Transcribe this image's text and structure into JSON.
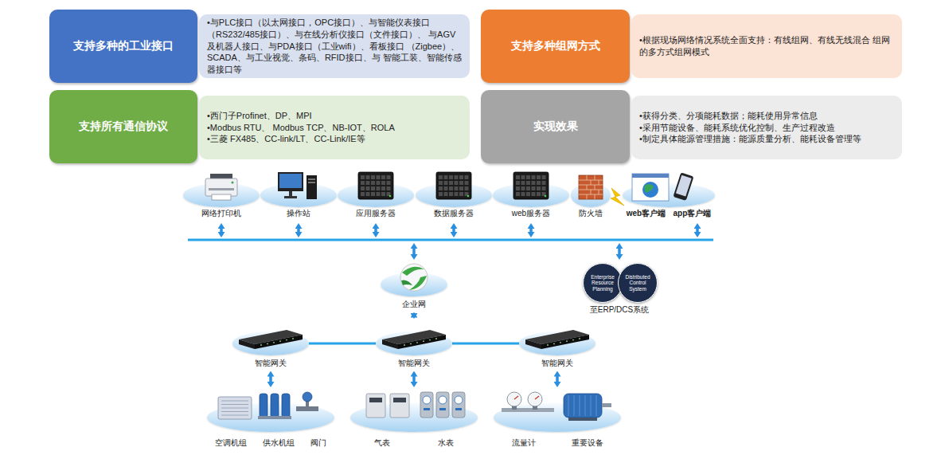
{
  "diagram": {
    "nodes": [
      {
        "text": [
          "支持多种的工业接口"
        ]
      },
      {
        "text": [
          "•与PLC接口（以太网接口，OPC接口）、与智能仪表接口 （RS232/485接口）、与在线分析仪接口（文件接口）、 与AGV及机器人接口、与PDA接口（工业wifi）、看板接口 （Zigbee）、SCADA、与工业视觉、条码、RFID接口、与 智能工装、智能传感器接口等"
        ]
      },
      {
        "text": [
          "支持多种组网方式"
        ]
      },
      {
        "text": [
          "•根据现场网络情况系统全面支持：有线组网、有线无线混合 组网的多方式组网模式"
        ]
      },
      {
        "text": [
          "支持所有通信协议"
        ]
      },
      {
        "text": [
          "•西门子Profinet、DP、MPI",
          "•Modbus RTU、 Modbus TCP、NB-IOT、ROLA",
          "•三菱 FX485、CC-link/LT、CC-Link/IE等"
        ]
      },
      {
        "text": [
          "实现效果"
        ]
      },
      {
        "text": [
          "•获得分类、分项能耗数据；能耗使用异常信息",
          "•采用节能设备、能耗系统优化控制、生产过程改造",
          "•制定具体能源管理措施：能源质量分析、能耗设备管理等"
        ]
      },
      {
        "text": [
          "网络打印机"
        ]
      },
      {
        "text": [
          "操作站"
        ]
      },
      {
        "text": [
          "应用服务器"
        ]
      },
      {
        "text": [
          "数据服务器"
        ]
      },
      {
        "text": [
          "web服务器"
        ]
      },
      {
        "text": [
          "防火墙"
        ]
      },
      {
        "text": [
          "web客户端",
          "app客户端"
        ]
      },
      {
        "text": [
          "企业网"
        ]
      },
      {
        "text": [
          "至ERP/DCS系统"
        ]
      },
      {
        "text": [
          "Enterprise Resource Planning"
        ],
        "in": 16
      },
      {
        "text": [
          "Distributed Control System"
        ],
        "in": 16
      },
      {
        "text": [
          "智能网关"
        ]
      },
      {
        "text": [
          "智能网关"
        ]
      },
      {
        "text": [
          "智能网关"
        ]
      },
      {
        "text": [
          "空调机组",
          "供水机组",
          "阀门"
        ]
      },
      {
        "text": [
          "气表",
          "水表"
        ]
      },
      {
        "text": [
          "流量计",
          "重要设备"
        ]
      }
    ],
    "edges": [
      {
        "from": 15,
        "to": 20,
        "arrow": "both"
      },
      {
        "from": 19,
        "to": 20,
        "arrow": "none"
      },
      {
        "from": 20,
        "to": 21,
        "arrow": "none"
      },
      {
        "from": 19,
        "to": 22,
        "arrow": "both"
      },
      {
        "from": 20,
        "to": 23,
        "arrow": "both"
      },
      {
        "from": 21,
        "to": 24,
        "arrow": "both"
      }
    ]
  }
}
